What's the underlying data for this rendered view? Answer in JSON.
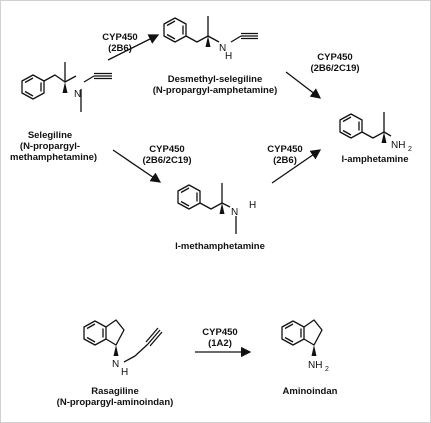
{
  "compounds": {
    "selegiline": {
      "name": "Selegiline",
      "alt": "(N-propargyl-",
      "alt2": "methamphetamine)"
    },
    "desmethyl": {
      "name": "Desmethyl-selegiline",
      "alt": "(N-propargyl-amphetamine)"
    },
    "l_amph": {
      "name": "l-amphetamine"
    },
    "l_meth": {
      "name": "l-methamphetamine"
    },
    "rasagiline": {
      "name": "Rasagiline",
      "alt": "(N-propargyl-aminoindan)"
    },
    "aminoindan": {
      "name": "Aminoindan"
    }
  },
  "enzymes": {
    "e1": {
      "line1": "CYP450",
      "line2": "(2B6)"
    },
    "e2": {
      "line1": "CYP450",
      "line2": "(2B6/2C19)"
    },
    "e3": {
      "line1": "CYP450",
      "line2": "(2B6/2C19)"
    },
    "e4": {
      "line1": "CYP450",
      "line2": "(2B6)"
    },
    "e5": {
      "line1": "CYP450",
      "line2": "(1A2)"
    }
  },
  "atoms": {
    "N": "N",
    "H": "H",
    "NH2_main": "NH",
    "NH2_sub": "2"
  }
}
